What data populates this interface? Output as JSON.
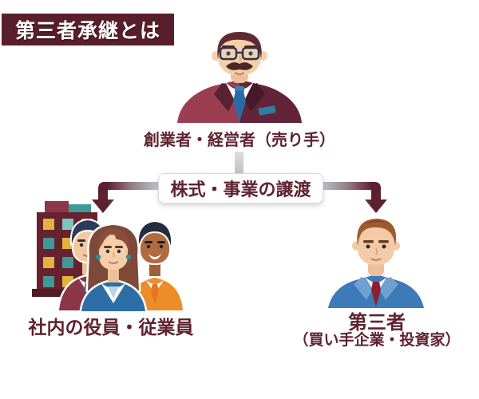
{
  "title_banner": {
    "label": "第三者承継とは"
  },
  "seller": {
    "label": "創業者・経営者（売り手）",
    "icon": "businessman-glasses-mustache-avatar"
  },
  "transfer_box": {
    "label": "株式・事業の譲渡"
  },
  "internal_branch": {
    "label": "社内の役員・従業員",
    "icon": "office-building-employees-group"
  },
  "third_party_branch": {
    "title": "第三者",
    "subtitle": "（買い手企業・投資家）",
    "icon": "young-businessman-avatar"
  },
  "colors": {
    "background": "#ffffff",
    "banner_bg": "#591e2b",
    "maroon_text": "#5e2230",
    "arrow_dark": "#5c2030",
    "arrow_light": "#b9ccd1",
    "box_bg": "#ffffff",
    "box_border": "#d9d9d9",
    "building_maroon": "#67222f",
    "window_teal": "#3f9a96",
    "window_yellow": "#e3b33c"
  }
}
